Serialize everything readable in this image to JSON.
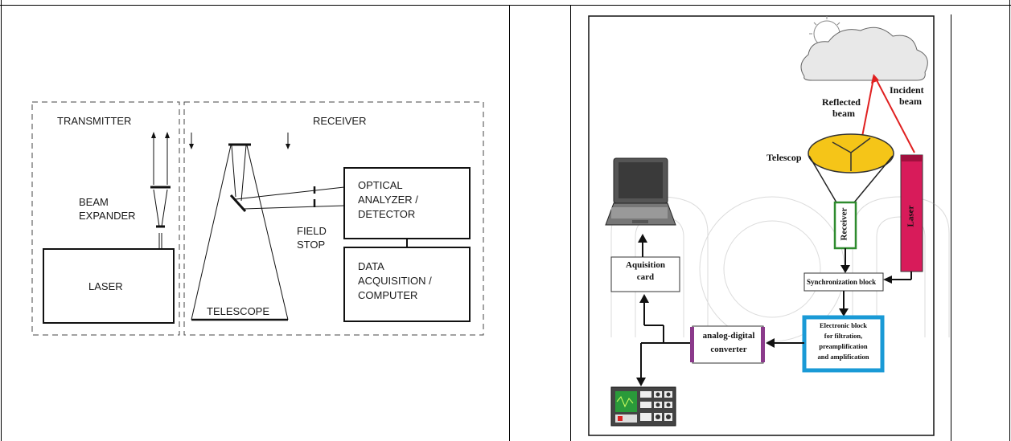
{
  "left_diagram": {
    "transmitter": "TRANSMITTER",
    "receiver": "RECEIVER",
    "beam_expander_line1": "BEAM",
    "beam_expander_line2": "EXPANDER",
    "laser": "LASER",
    "telescope": "TELESCOPE",
    "field_stop_line1": "FIELD",
    "field_stop_line2": "STOP",
    "optical_line1": "OPTICAL",
    "optical_line2": "ANALYZER /",
    "optical_line3": "DETECTOR",
    "data_line1": "DATA",
    "data_line2": "ACQUISITION /",
    "data_line3": "COMPUTER"
  },
  "right_diagram": {
    "reflected_line1": "Reflected",
    "reflected_line2": "beam",
    "incident_line1": "Incident",
    "incident_line2": "beam",
    "telescope": "Telescop",
    "receiver": "Receiver",
    "laser": "Laser",
    "acquisition_line1": "Aquisition",
    "acquisition_line2": "card",
    "sync_block": "Synchronization block",
    "adc_line1": "analog-digital",
    "adc_line2": "converter",
    "electronic_line1": "Electronic block",
    "electronic_line2": "for filtration,",
    "electronic_line3": "preamplification",
    "electronic_line4": "and amplification"
  },
  "colors": {
    "incident_arrow": "#e02020",
    "laser_body": "#d81b5a",
    "telescope_dish": "#f5c518",
    "electronic_block_edge": "#1a9ad6",
    "adc_edge": "#8b3a8b",
    "receiver_edge": "#2e8b2e"
  }
}
